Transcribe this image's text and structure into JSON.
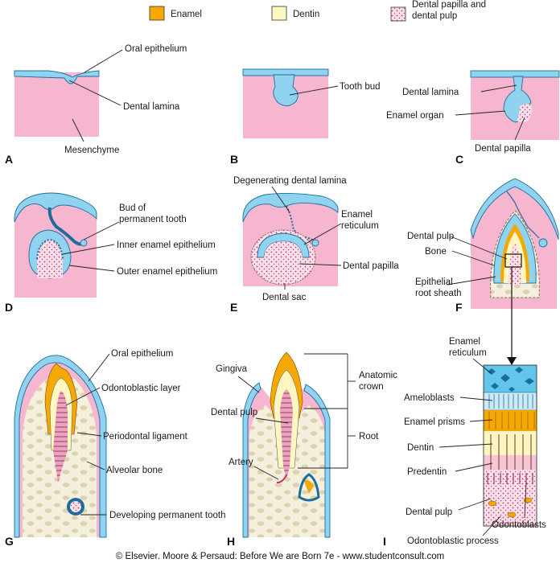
{
  "colors": {
    "enamel": "#f5a800",
    "dentin": "#fff6c2",
    "pulp": "#f6c6d8",
    "mesenchyme": "#f7b6cf",
    "epithelium": "#8fd3f0",
    "bone": "#f2ecd6",
    "dark_blue": "#1d6d9c"
  },
  "legend": {
    "enamel": "Enamel",
    "dentin": "Dentin",
    "pulp_line1": "Dental papilla and",
    "pulp_line2": "dental pulp"
  },
  "panels": {
    "A": "A",
    "B": "B",
    "C": "C",
    "D": "D",
    "E": "E",
    "F": "F",
    "G": "G",
    "H": "H",
    "I": "I"
  },
  "labels": {
    "a_oral_epithelium": "Oral epithelium",
    "a_dental_lamina": "Dental lamina",
    "a_mesenchyme": "Mesenchyme",
    "b_tooth_bud": "Tooth bud",
    "c_dental_lamina": "Dental lamina",
    "c_enamel_organ": "Enamel organ",
    "c_dental_papilla": "Dental papilla",
    "d_bud_line1": "Bud of",
    "d_bud_line2": "permanent tooth",
    "d_inner_enamel": "Inner enamel epithelium",
    "d_outer_enamel": "Outer enamel epithelium",
    "e_degenerating": "Degenerating dental lamina",
    "e_enamel_ret_1": "Enamel",
    "e_enamel_ret_2": "reticulum",
    "e_dental_papilla": "Dental papilla",
    "e_dental_sac": "Dental sac",
    "f_dental_pulp": "Dental pulp",
    "f_bone": "Bone",
    "f_epi_root_1": "Epithelial",
    "f_epi_root_2": "root sheath",
    "g_oral_epithelium": "Oral epithelium",
    "g_odontoblastic_layer": "Odontoblastic layer",
    "g_periodontal": "Periodontal ligament",
    "g_alveolar": "Alveolar bone",
    "g_developing": "Developing permanent tooth",
    "h_gingiva": "Gingiva",
    "h_anatomic_1": "Anatomic",
    "h_anatomic_2": "crown",
    "h_dental_pulp": "Dental pulp",
    "h_root": "Root",
    "h_artery": "Artery",
    "i_enamel_ret_1": "Enamel",
    "i_enamel_ret_2": "reticulum",
    "i_ameloblasts": "Ameloblasts",
    "i_enamel_prisms": "Enamel prisms",
    "i_dentin": "Dentin",
    "i_predentin": "Predentin",
    "i_dental_pulp": "Dental pulp",
    "i_odontoblasts": "Odontoblasts",
    "i_odontoblastic_process": "Odontoblastic process"
  },
  "footer": "© Elsevier. Moore & Persaud: Before We are Born 7e - www.studentconsult.com"
}
